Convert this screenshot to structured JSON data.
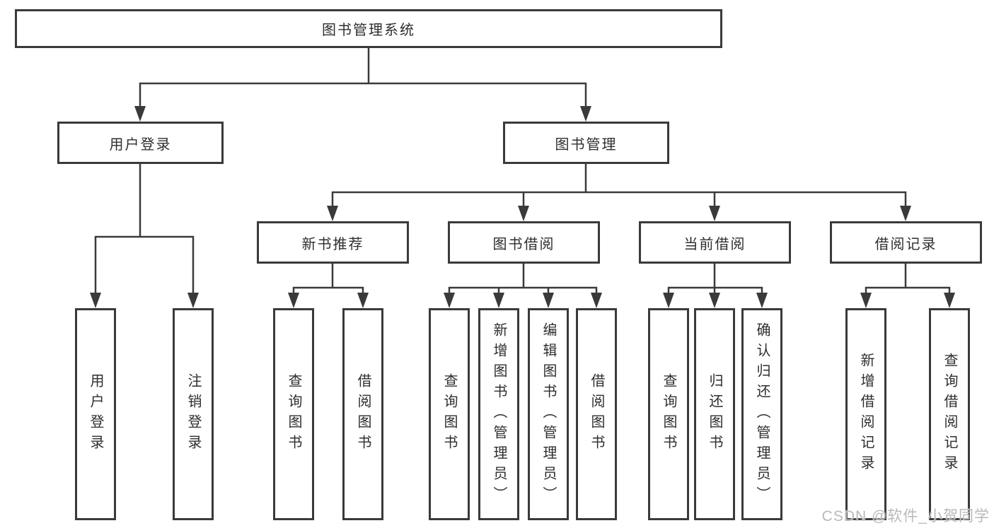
{
  "tree": {
    "root": {
      "label": "图书管理系统"
    },
    "branches": [
      {
        "label": "用户登录",
        "children": [
          {
            "label": "用户登录"
          },
          {
            "label": "注销登录"
          }
        ]
      },
      {
        "label": "图书管理",
        "children": [
          {
            "label": "新书推荐",
            "children": [
              {
                "label": "查询图书"
              },
              {
                "label": "借阅图书"
              }
            ]
          },
          {
            "label": "图书借阅",
            "children": [
              {
                "label": "查询图书"
              },
              {
                "label": "新增图书（管理员）"
              },
              {
                "label": "编辑图书（管理员）"
              },
              {
                "label": "借阅图书"
              }
            ]
          },
          {
            "label": "当前借阅",
            "children": [
              {
                "label": "查询图书"
              },
              {
                "label": "归还图书"
              },
              {
                "label": "确认归还（管理员）"
              }
            ]
          },
          {
            "label": "借阅记录",
            "children": [
              {
                "label": "新增借阅记录"
              },
              {
                "label": "查询借阅记录"
              }
            ]
          }
        ]
      }
    ]
  },
  "watermark": {
    "text": "CSDN @软件_小贺同学"
  },
  "colors": {
    "line": "#3a3a3a",
    "box_border": "#3a3a3a",
    "text": "#2e2e2e",
    "watermark": "#b9b9b9",
    "background": "#ffffff"
  }
}
